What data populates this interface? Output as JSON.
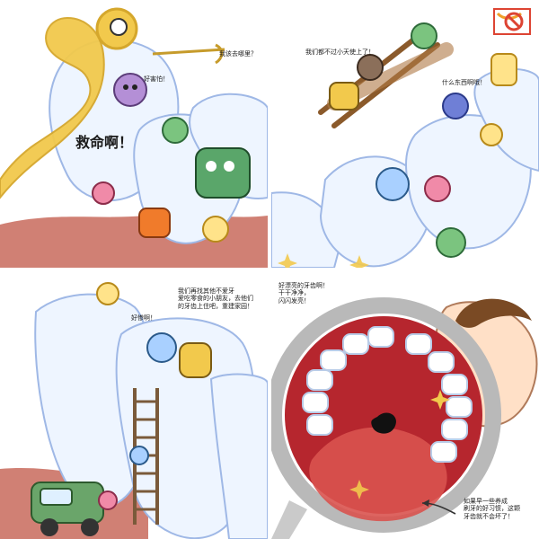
{
  "panels": [
    {
      "id": "panel-1",
      "texts": {
        "scared": "好害怕！",
        "where_go": "我该去哪里？",
        "help": "救命啊！"
      }
    },
    {
      "id": "panel-2",
      "texts": {
        "cant_beat": "我们都不过小天使上了！",
        "what_is_it": "什么东西啊哦！"
      }
    },
    {
      "id": "panel-3",
      "texts": {
        "cried": "好惨啊！",
        "message": "我们再找其他不爱牙\n爱吃零食的小朋友，去他们\n的牙齿上住吧，重建家园！"
      }
    },
    {
      "id": "panel-4",
      "texts": {
        "clean_teeth": "好漂亮的牙齿啊！\n干干净净，\n闪闪发亮！",
        "habit": "如果早一些养成\n刷牙的好习惯，这颗\n牙齿就不会坏了！"
      }
    }
  ],
  "colors": {
    "tooth": "#eef5ff",
    "tooth_shadow": "#9fb8e6",
    "gum": "#c86a5c",
    "tool_yellow": "#f2c94c",
    "mouth_red": "#b6262e",
    "tongue": "#d9534f",
    "mirror_ring": "#b9b9b9",
    "hair": "#7a4a24"
  }
}
